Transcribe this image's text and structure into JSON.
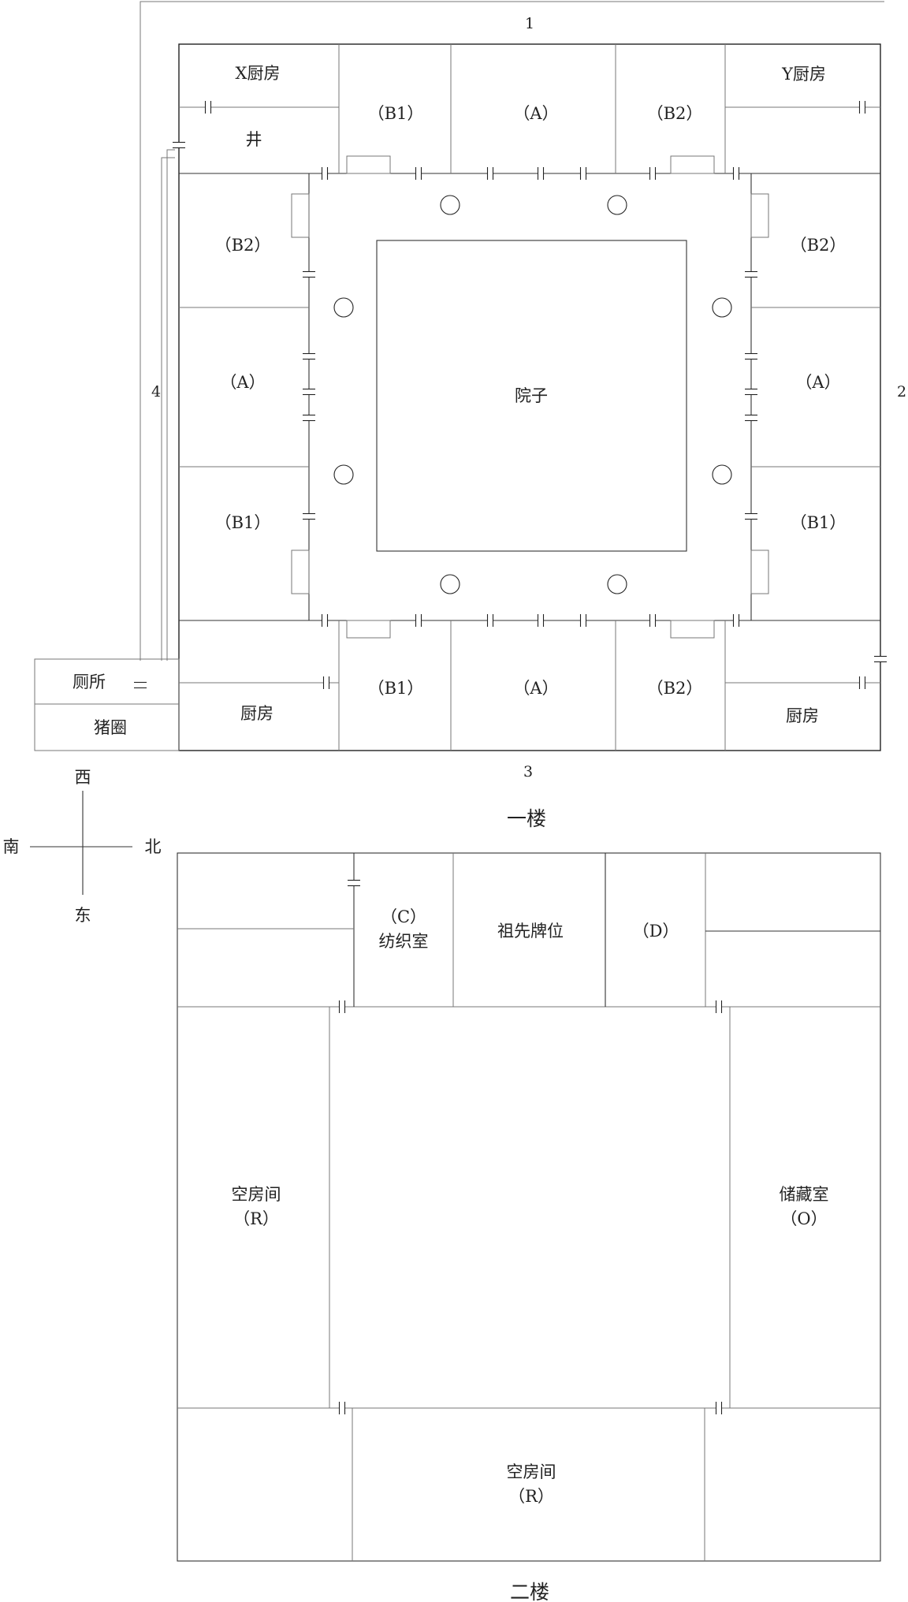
{
  "floor1": {
    "caption": "一楼",
    "side_labels": {
      "top": "1",
      "right": "2",
      "bottom": "3",
      "left": "4"
    },
    "courtyard": "院子",
    "rooms": {
      "x_kitchen": "X厨房",
      "well": "井",
      "y_kitchen": "Y厨房",
      "top_b1": "（B1）",
      "top_a": "（A）",
      "top_b2": "（B2）",
      "left_b2": "（B2）",
      "left_a": "（A）",
      "left_b1": "（B1）",
      "right_b2": "（B2）",
      "right_a": "（A）",
      "right_b1": "（B1）",
      "bottom_kitchen_left": "厨房",
      "bottom_b1": "（B1）",
      "bottom_a": "（A）",
      "bottom_b2": "（B2）",
      "bottom_kitchen_right": "厨房",
      "toilet": "厕所",
      "pigsty": "猪圈"
    }
  },
  "compass": {
    "up": "西",
    "down": "东",
    "left": "南",
    "right": "北"
  },
  "floor2": {
    "caption": "二楼",
    "rooms": {
      "weaving_code": "（C）",
      "weaving_name": "纺织室",
      "ancestor": "祖先牌位",
      "d": "（D）",
      "empty_left_name": "空房间",
      "empty_left_code": "（R）",
      "storage_name": "储藏室",
      "storage_code": "（O）",
      "empty_bottom_name": "空房间",
      "empty_bottom_code": "（R）"
    }
  }
}
